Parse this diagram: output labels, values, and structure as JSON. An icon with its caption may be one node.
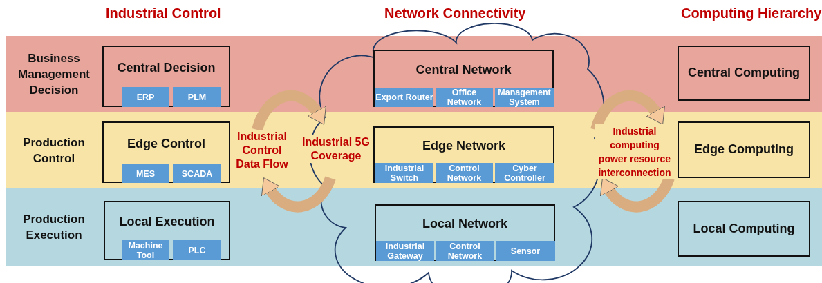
{
  "diagram": {
    "nodes": [
      {
        "text": [
          "Business Management Decision"
        ]
      },
      {
        "text": [
          "Central Decision"
        ],
        "in": 0
      },
      {
        "text": [
          "ERP"
        ],
        "in": 1
      },
      {
        "text": [
          "PLM"
        ],
        "in": 1
      },
      {
        "text": [
          "Central Network"
        ],
        "in": 0
      },
      {
        "text": [
          "Export Router"
        ],
        "in": 4
      },
      {
        "text": [
          "Office Network"
        ],
        "in": 4
      },
      {
        "text": [
          "Management System"
        ],
        "in": 4
      },
      {
        "text": [
          "Central Computing"
        ],
        "in": 0
      },
      {
        "text": [
          "Production Control"
        ]
      },
      {
        "text": [
          "Edge Control"
        ],
        "in": 9
      },
      {
        "text": [
          "MES"
        ],
        "in": 10
      },
      {
        "text": [
          "SCADA"
        ],
        "in": 10
      },
      {
        "text": [
          "Edge Network"
        ],
        "in": 9
      },
      {
        "text": [
          "Industrial Switch"
        ],
        "in": 13
      },
      {
        "text": [
          "Control Network"
        ],
        "in": 13
      },
      {
        "text": [
          "Cyber Controller"
        ],
        "in": 13
      },
      {
        "text": [
          "Edge Computing"
        ],
        "in": 9
      },
      {
        "text": [
          "Production Execution"
        ]
      },
      {
        "text": [
          "Local Execution"
        ],
        "in": 18
      },
      {
        "text": [
          "Machine Tool"
        ],
        "in": 19
      },
      {
        "text": [
          "PLC"
        ],
        "in": 19
      },
      {
        "text": [
          "Local Network"
        ],
        "in": 18
      },
      {
        "text": [
          "Industrial Gateway"
        ],
        "in": 22
      },
      {
        "text": [
          "Control Network"
        ],
        "in": 22
      },
      {
        "text": [
          "Sensor"
        ],
        "in": 22
      },
      {
        "text": [
          "Local Computing"
        ],
        "in": 18
      }
    ],
    "labels": [
      "Industrial Control",
      "Network Connectivity",
      "Computing Hierarchy",
      "Industrial Control Data Flow",
      "Industrial 5G Coverage",
      "Industrial computing power resource interconnection"
    ]
  }
}
